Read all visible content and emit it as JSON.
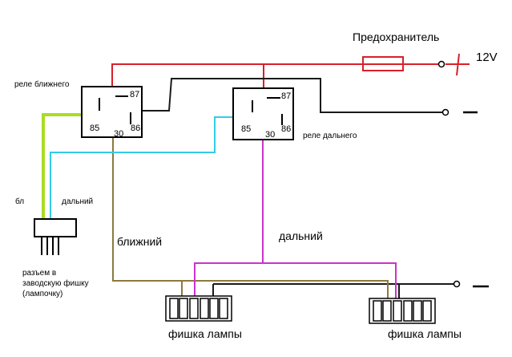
{
  "diagram": {
    "fuse_label": "Предохранитель",
    "voltage_label": "12V",
    "plus_symbol": "+",
    "minus_symbol": "−",
    "relay_low": {
      "name": "реле ближнего",
      "pins": {
        "p87": "87",
        "p85": "85",
        "p86": "86",
        "p30": "30"
      }
    },
    "relay_high": {
      "name": "реле дальнего",
      "pins": {
        "p87": "87",
        "p85": "85",
        "p86": "86",
        "p30": "30"
      }
    },
    "connector": {
      "label_low": "бл",
      "label_high": "дальний",
      "caption_lines": [
        "разъем в",
        "заводскую фишку",
        "(лампочку)"
      ]
    },
    "wire_labels": {
      "low": "ближний",
      "high": "дальний"
    },
    "lamp_plug_label": "фишка лампы",
    "colors": {
      "power": "#d8202a",
      "ground": "#1a1a1a",
      "low_beam": "#8b7a3c",
      "high_beam": "#cc33cc",
      "signal_high": "#33cce6",
      "signal_low": "#aadd22"
    }
  }
}
